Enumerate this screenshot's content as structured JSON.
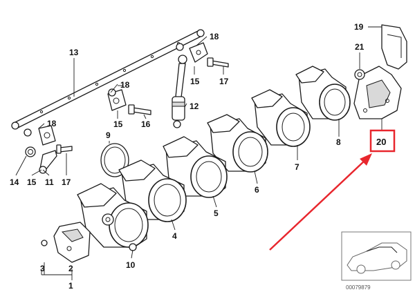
{
  "callouts": {
    "c1": "1",
    "c2": "2",
    "c3": "3",
    "c4": "4",
    "c5": "5",
    "c6": "6",
    "c7": "7",
    "c8": "8",
    "c9": "9",
    "c10": "10",
    "c11": "11",
    "c12": "12",
    "c13": "13",
    "c14": "14",
    "c15a": "15",
    "c15b": "15",
    "c15c": "15",
    "c16": "16",
    "c17a": "17",
    "c17b": "17",
    "c18a": "18",
    "c18b": "18",
    "c18c": "18",
    "c19": "19",
    "c20": "20",
    "c21": "21"
  },
  "highlight": {
    "color": "#e8262d"
  },
  "thumbnail": {
    "ref": "00079879"
  }
}
